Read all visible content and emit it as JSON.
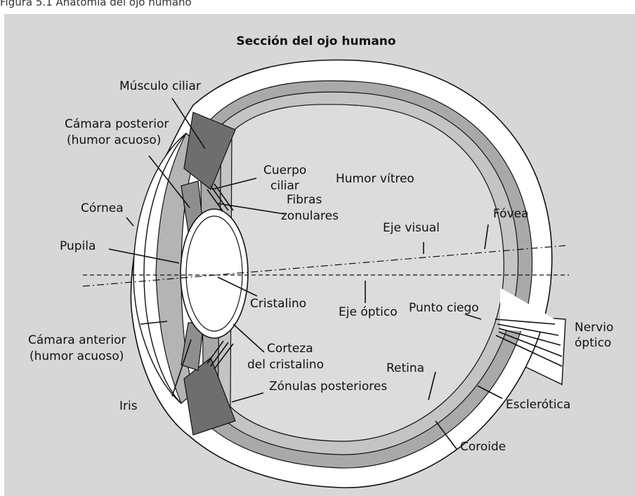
{
  "caption": "Figura 5.1 Anatomía del ojo humano",
  "title": "Sección del ojo humano",
  "labels": {
    "musculo_ciliar": "Músculo ciliar",
    "camara_posterior_1": "Cámara posterior",
    "camara_posterior_2": "(humor acuoso)",
    "cuerpo_ciliar_1": "Cuerpo",
    "cuerpo_ciliar_2": "ciliar",
    "humor_vitreo": "Humor vítreo",
    "cornea": "Córnea",
    "fibras_1": "Fibras",
    "fibras_2": "zonulares",
    "fovea": "Fóvea",
    "eje_visual": "Eje visual",
    "pupila": "Pupila",
    "cristalino": "Cristalino",
    "eje_optico": "Eje óptico",
    "punto_ciego": "Punto ciego",
    "nervio_1": "Nervio",
    "nervio_2": "óptico",
    "camara_anterior_1": "Cámara anterior",
    "camara_anterior_2": "(humor acuoso)",
    "corteza_1": "Corteza",
    "corteza_2": "del cristalino",
    "retina": "Retina",
    "iris": "Iris",
    "zonulas": "Zónulas posteriores",
    "esclerotica": "Esclerótica",
    "coroide": "Coroide"
  },
  "colors": {
    "background": "#d7d7d7",
    "sclera": "#ffffff",
    "choroid": "#a9a9a9",
    "retina": "#c4c4c4",
    "vitreous": "#dcdcdc",
    "ciliar": "#6e6e6e",
    "anterior_chamber": "#b4b4b4",
    "lens": "#ffffff"
  }
}
